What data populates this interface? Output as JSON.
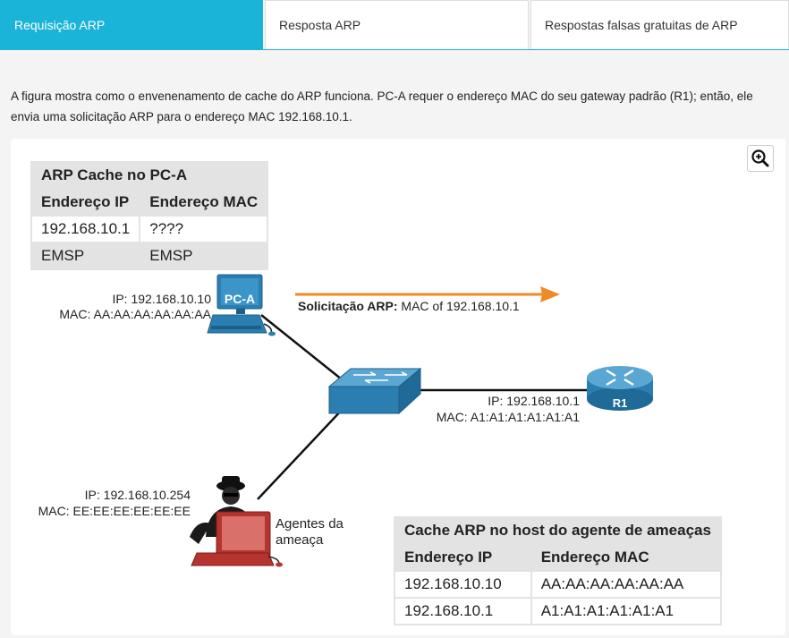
{
  "tabs": [
    {
      "label": "Requisição ARP",
      "active": true
    },
    {
      "label": "Resposta ARP",
      "active": false
    },
    {
      "label": "Respostas falsas gratuitas de ARP",
      "active": false
    }
  ],
  "description": "A figura mostra como o envenenamento de cache do ARP funciona. PC-A requer o endereço MAC do seu gateway padrão (R1); então, ele envia uma solicitação ARP para o endereço MAC 192.168.10.1.",
  "pca_cache": {
    "title": "ARP Cache no PC-A",
    "col_ip": "Endereço IP",
    "col_mac": "Endereço MAC",
    "rows": [
      {
        "ip": "192.168.10.1",
        "mac": "????"
      },
      {
        "ip": "EMSP",
        "mac": "EMSP"
      }
    ]
  },
  "pca": {
    "name": "PC-A",
    "ip": "IP: 192.168.10.10",
    "mac": "MAC: AA:AA:AA:AA:AA:AA"
  },
  "arp_request": {
    "bold": "Solicitação ARP:",
    "text": " MAC of 192.168.10.1",
    "arrow_color": "#f08a24"
  },
  "r1": {
    "name": "R1",
    "ip": "IP: 192.168.10.1",
    "mac": "MAC: A1:A1:A1:A1:A1:A1"
  },
  "attacker": {
    "ip": "IP: 192.168.10.254",
    "mac": "MAC: EE:EE:EE:EE:EE:EE",
    "label_line1": "Agentes da",
    "label_line2": "ameaça"
  },
  "attacker_cache": {
    "title": "Cache ARP no host do agente de ameaças",
    "col_ip": "Endereço IP",
    "col_mac": "Endereço MAC",
    "rows": [
      {
        "ip": "192.168.10.10",
        "mac": "AA:AA:AA:AA:AA:AA"
      },
      {
        "ip": "192.168.10.1",
        "mac": "A1:A1:A1:A1:A1:A1"
      }
    ]
  },
  "icons": {
    "zoom": "zoom-in-icon",
    "pc": "pc-icon",
    "switch": "switch-icon",
    "router": "router-icon",
    "attacker": "threat-actor-icon"
  },
  "colors": {
    "accent": "#1ab4d8",
    "device_blue": "#2a7fb0",
    "threat_red": "#b5342f"
  }
}
